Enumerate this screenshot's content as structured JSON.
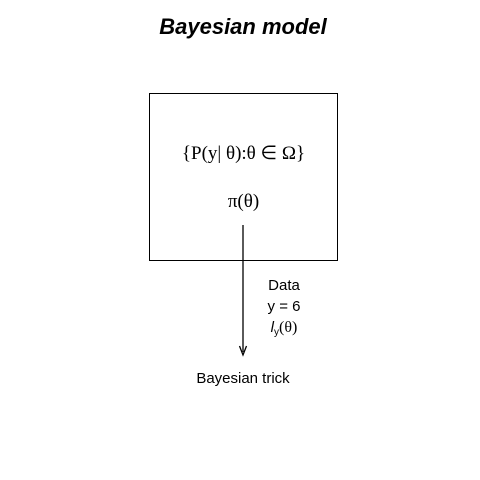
{
  "title": "Bayesian model",
  "model_box": {
    "model_set": "{P(y| θ):θ ∈ Ω}",
    "prior": "π(θ)"
  },
  "data_annotation": {
    "heading": "Data",
    "observation": "y = 6",
    "likelihood_symbol": "l",
    "likelihood_subscript": "y",
    "likelihood_argument": "(θ)"
  },
  "result_label": "Bayesian trick"
}
